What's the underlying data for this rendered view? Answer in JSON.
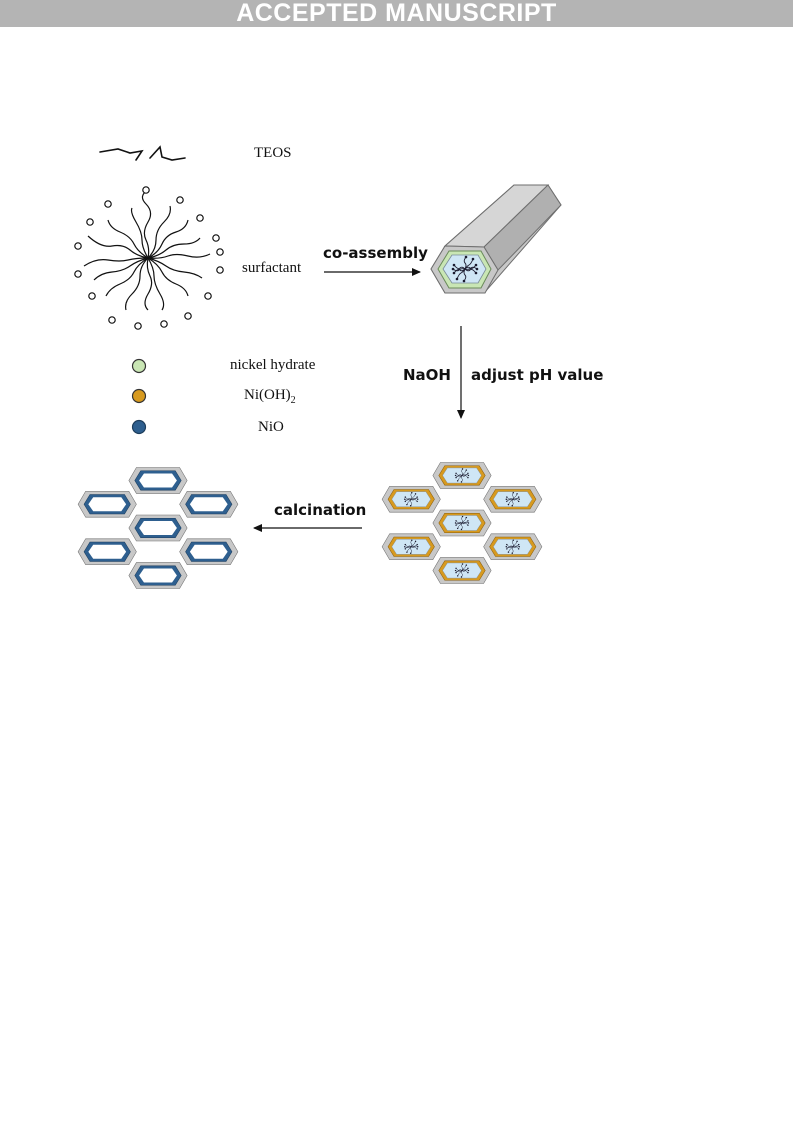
{
  "header": {
    "banner": "ACCEPTED MANUSCRIPT"
  },
  "legend": {
    "teos": "TEOS",
    "surfactant": "surfactant",
    "items": [
      {
        "label": "nickel hydrate",
        "color": "#c9e6b4"
      },
      {
        "label": "Ni(OH)",
        "sub": "2",
        "color": "#d79a1f"
      },
      {
        "label": "NiO",
        "color": "#2e5f8f"
      }
    ]
  },
  "steps": {
    "co_assembly": "co-assembly",
    "naoh": "NaOH",
    "adjust_ph": "adjust pH value",
    "calcination": "calcination"
  },
  "colors": {
    "silica_gray": "#c8c8c8",
    "nickel_hydrate_fill": "#c9e6b4",
    "nioh2_fill": "#d79a1f",
    "nio_fill": "#2e5f8f",
    "core_fill": "#cfe6f5"
  }
}
